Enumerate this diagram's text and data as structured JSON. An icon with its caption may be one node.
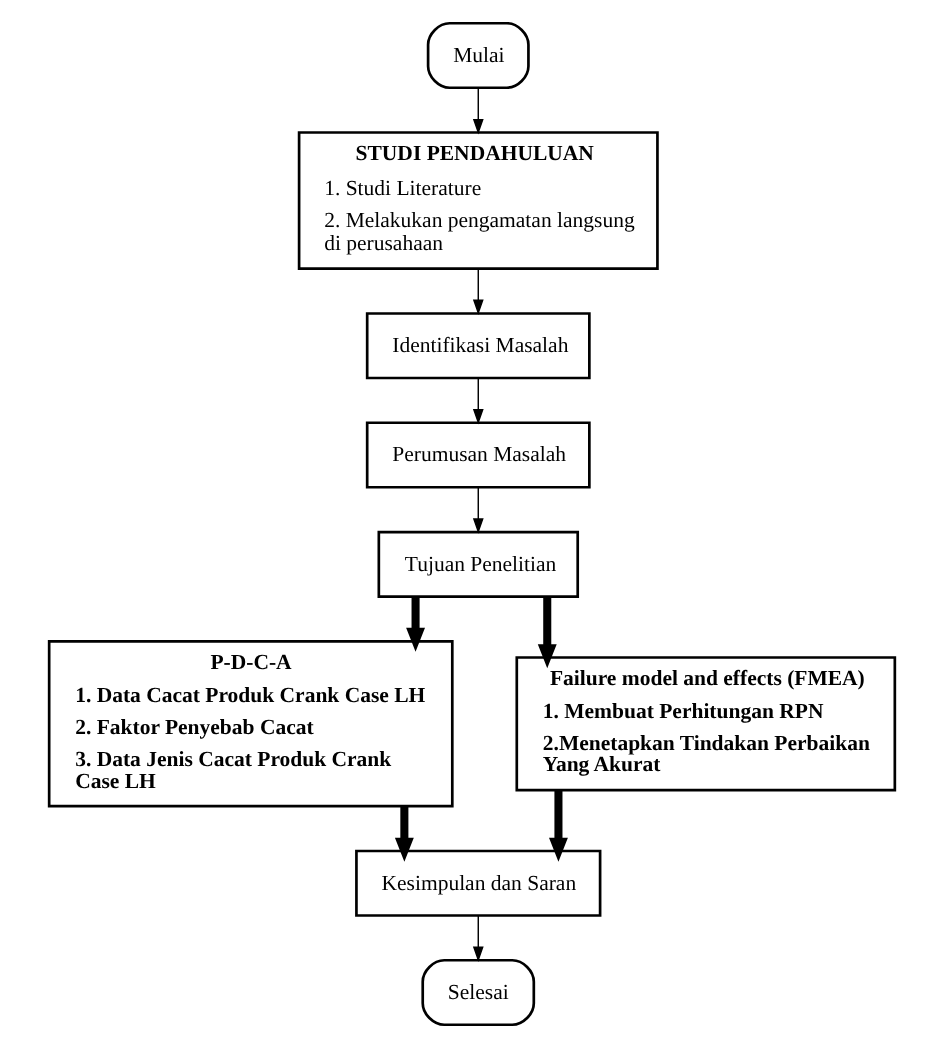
{
  "diagram": {
    "nodes": [
      {
        "text": [
          "Mulai"
        ]
      },
      {
        "text": [
          "STUDI PENDAHULUAN",
          "1. Studi Literature",
          "2. Melakukan pengamatan langsung di perusahaan"
        ]
      },
      {
        "text": [
          "Identifikasi Masalah"
        ]
      },
      {
        "text": [
          "Perumusan Masalah"
        ]
      },
      {
        "text": [
          "Tujuan Penelitian"
        ]
      },
      {
        "text": [
          "P-D-C-A",
          "1. Data Cacat Produk Crank Case LH",
          "2. Faktor Penyebab Cacat",
          "3. Data Jenis Cacat Produk Crank Case LH"
        ]
      },
      {
        "text": [
          "Failure model and effects (FMEA)",
          "1. Membuat Perhitungan RPN",
          "2.Menetapkan Tindakan Perbaikan Yang Akurat"
        ]
      },
      {
        "text": [
          "Kesimpulan dan Saran"
        ]
      },
      {
        "text": [
          "Selesai"
        ]
      }
    ],
    "edges": [
      {
        "from": 0,
        "to": 1,
        "arrow": "to"
      },
      {
        "from": 1,
        "to": 2,
        "arrow": "to"
      },
      {
        "from": 2,
        "to": 3,
        "arrow": "to"
      },
      {
        "from": 3,
        "to": 4,
        "arrow": "to"
      },
      {
        "from": 4,
        "to": 5,
        "arrow": "to",
        "style": "thick"
      },
      {
        "from": 4,
        "to": 6,
        "arrow": "to",
        "style": "thick"
      },
      {
        "from": 5,
        "to": 7,
        "arrow": "to",
        "style": "thick"
      },
      {
        "from": 6,
        "to": 7,
        "arrow": "to",
        "style": "thick"
      },
      {
        "from": 7,
        "to": 8,
        "arrow": "to"
      }
    ]
  }
}
